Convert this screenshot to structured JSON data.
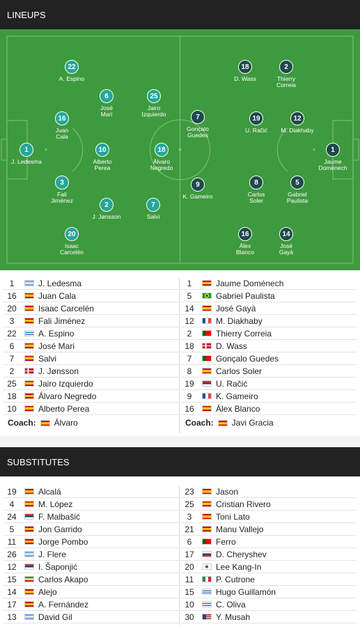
{
  "lineups_title": "LINEUPS",
  "substitutes_title": "SUBSTITUTES",
  "colors": {
    "home_dot": "#26a69a",
    "away_dot": "#1f4a4a",
    "pitch": "#3e9a3e",
    "header": "#222222"
  },
  "pitch_players": [
    {
      "team": "home",
      "num": "1",
      "name": "J. Ledesma"
    },
    {
      "team": "home",
      "num": "22",
      "name": "A. Espino"
    },
    {
      "team": "home",
      "num": "16",
      "name": "Juan\nCala"
    },
    {
      "team": "home",
      "num": "3",
      "name": "Fali\nJiménez"
    },
    {
      "team": "home",
      "num": "20",
      "name": "Isaac\nCarcelén"
    },
    {
      "team": "home",
      "num": "6",
      "name": "José\nMari"
    },
    {
      "team": "home",
      "num": "10",
      "name": "Alberto\nPerea"
    },
    {
      "team": "home",
      "num": "2",
      "name": "J. Jønsson"
    },
    {
      "team": "home",
      "num": "25",
      "name": "Jairo\nIzquierdo"
    },
    {
      "team": "home",
      "num": "18",
      "name": "Álvaro\nNegredo"
    },
    {
      "team": "home",
      "num": "7",
      "name": "Salvi"
    },
    {
      "team": "away",
      "num": "7",
      "name": "Gonçalo\nGuedes"
    },
    {
      "team": "away",
      "num": "9",
      "name": "K. Gameiro"
    },
    {
      "team": "away",
      "num": "18",
      "name": "D. Wass"
    },
    {
      "team": "away",
      "num": "19",
      "name": "U. Račić"
    },
    {
      "team": "away",
      "num": "8",
      "name": "Carlos\nSoler"
    },
    {
      "team": "away",
      "num": "16",
      "name": "Álex\nBlanco"
    },
    {
      "team": "away",
      "num": "2",
      "name": "Thierry\nCorreia"
    },
    {
      "team": "away",
      "num": "12",
      "name": "M. Diakhaby"
    },
    {
      "team": "away",
      "num": "5",
      "name": "Gabriel\nPaulista"
    },
    {
      "team": "away",
      "num": "14",
      "name": "José\nGayà"
    },
    {
      "team": "away",
      "num": "1",
      "name": "Jaume\nDoménech"
    }
  ],
  "home_lineup": [
    {
      "num": "1",
      "flag": "argentina",
      "name": "J. Ledesma"
    },
    {
      "num": "16",
      "flag": "spain",
      "name": "Juan Cala"
    },
    {
      "num": "20",
      "flag": "spain",
      "name": "Isaac Carcelén"
    },
    {
      "num": "3",
      "flag": "spain",
      "name": "Fali Jiménez"
    },
    {
      "num": "22",
      "flag": "uruguay",
      "name": "A. Espino"
    },
    {
      "num": "6",
      "flag": "spain",
      "name": "José Mari"
    },
    {
      "num": "7",
      "flag": "spain",
      "name": "Salvi"
    },
    {
      "num": "2",
      "flag": "denmark",
      "name": "J. Jønsson"
    },
    {
      "num": "25",
      "flag": "spain",
      "name": "Jairo Izquierdo"
    },
    {
      "num": "18",
      "flag": "spain",
      "name": "Álvaro Negredo"
    },
    {
      "num": "10",
      "flag": "spain",
      "name": "Alberto Perea"
    }
  ],
  "away_lineup": [
    {
      "num": "1",
      "flag": "spain",
      "name": "Jaume Doménech"
    },
    {
      "num": "5",
      "flag": "brazil",
      "name": "Gabriel Paulista"
    },
    {
      "num": "14",
      "flag": "spain",
      "name": "José Gayà"
    },
    {
      "num": "12",
      "flag": "france",
      "name": "M. Diakhaby"
    },
    {
      "num": "2",
      "flag": "portugal",
      "name": "Thierry Correia"
    },
    {
      "num": "18",
      "flag": "denmark",
      "name": "D. Wass"
    },
    {
      "num": "7",
      "flag": "portugal",
      "name": "Gonçalo Guedes"
    },
    {
      "num": "8",
      "flag": "spain",
      "name": "Carlos Soler"
    },
    {
      "num": "19",
      "flag": "serbia",
      "name": "U. Račić"
    },
    {
      "num": "9",
      "flag": "france",
      "name": "K. Gameiro"
    },
    {
      "num": "16",
      "flag": "spain",
      "name": "Álex Blanco"
    }
  ],
  "coaches": {
    "label": "Coach:",
    "home": {
      "flag": "spain",
      "name": "Álvaro"
    },
    "away": {
      "flag": "spain",
      "name": "Javi Gracia"
    }
  },
  "home_subs": [
    {
      "num": "19",
      "flag": "spain",
      "name": "Alcalá"
    },
    {
      "num": "4",
      "flag": "spain",
      "name": "M. López"
    },
    {
      "num": "24",
      "flag": "serbia",
      "name": "F. Malbašić"
    },
    {
      "num": "5",
      "flag": "spain",
      "name": "Jon Garrido"
    },
    {
      "num": "11",
      "flag": "spain",
      "name": "Jorge Pombo"
    },
    {
      "num": "26",
      "flag": "argentina",
      "name": "J. Flere"
    },
    {
      "num": "12",
      "flag": "serbia",
      "name": "I. Šaponjić"
    },
    {
      "num": "15",
      "flag": "equatorial-guinea",
      "name": "Carlos Akapo"
    },
    {
      "num": "14",
      "flag": "spain",
      "name": "Alejo"
    },
    {
      "num": "17",
      "flag": "spain",
      "name": "A. Fernández"
    },
    {
      "num": "13",
      "flag": "argentina",
      "name": "David Gil"
    }
  ],
  "away_subs": [
    {
      "num": "23",
      "flag": "spain",
      "name": "Jason"
    },
    {
      "num": "25",
      "flag": "spain",
      "name": "Cristian Rivero"
    },
    {
      "num": "3",
      "flag": "spain",
      "name": "Toni Lato"
    },
    {
      "num": "21",
      "flag": "spain",
      "name": "Manu Vallejo"
    },
    {
      "num": "6",
      "flag": "portugal",
      "name": "Ferro"
    },
    {
      "num": "17",
      "flag": "russia",
      "name": "D. Cheryshev"
    },
    {
      "num": "20",
      "flag": "south-korea",
      "name": "Lee Kang-In"
    },
    {
      "num": "11",
      "flag": "italy",
      "name": "P. Cutrone"
    },
    {
      "num": "15",
      "flag": "uruguay",
      "name": "Hugo Guillamón"
    },
    {
      "num": "10",
      "flag": "uruguay",
      "name": "C. Oliva"
    },
    {
      "num": "30",
      "flag": "usa",
      "name": "Y. Musah"
    }
  ]
}
